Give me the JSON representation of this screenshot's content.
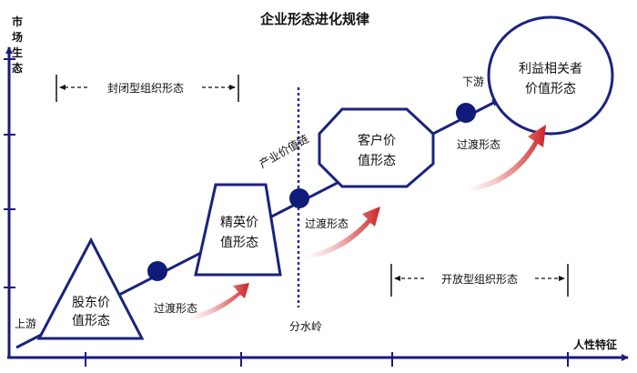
{
  "title": "企业形态进化规律",
  "y_axis_label": [
    "市",
    "场",
    "生",
    "态"
  ],
  "x_axis_label": "人性特征",
  "upstream_label": "上游",
  "downstream_label": "下游",
  "watershed_label": "分水岭",
  "value_chain_label": "产业价值链",
  "closed_org_label": "封闭型组织形态",
  "open_org_label": "开放型组织形态",
  "transition_label": "过渡形态",
  "stages": [
    {
      "shape": "triangle",
      "lines": [
        "股东价",
        "值形态"
      ]
    },
    {
      "shape": "trapezoid",
      "lines": [
        "精英价",
        "值形态"
      ]
    },
    {
      "shape": "octagon",
      "lines": [
        "客户价",
        "值形态"
      ]
    },
    {
      "shape": "circle",
      "lines": [
        "利益相关者",
        "价值形态"
      ]
    }
  ],
  "colors": {
    "axis": "#1a1a80",
    "shape_stroke": "#1a237e",
    "node_fill": "#101a78",
    "dotted_line": "#2a2aa0",
    "arrow_gradient_start": "#ffffff",
    "arrow_gradient_end": "#cc2424"
  }
}
